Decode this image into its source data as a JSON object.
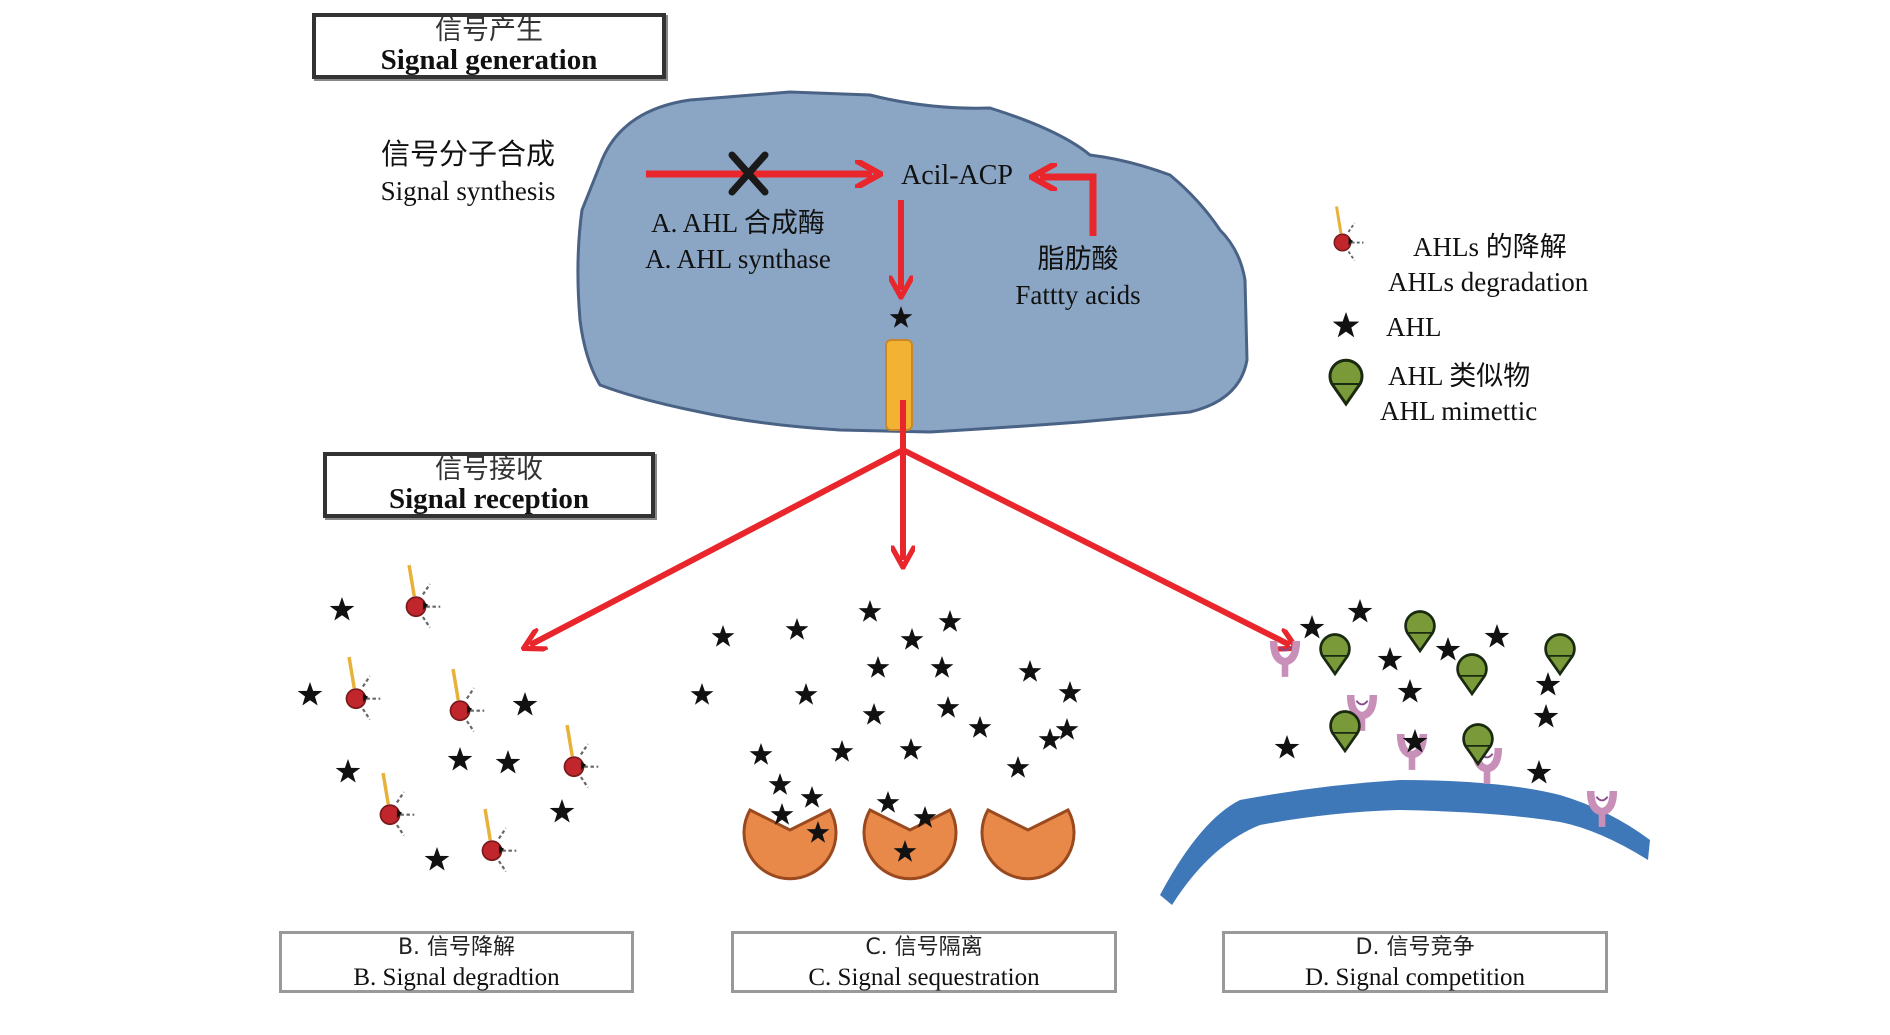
{
  "headers": {
    "generation": {
      "zh": "信号产生",
      "en": "Signal generation"
    },
    "reception": {
      "zh": "信号接收",
      "en": "Signal reception"
    }
  },
  "synthesis": {
    "zh": "信号分子合成",
    "en": "Signal synthesis"
  },
  "cell": {
    "enzyme_zh": "A. AHL 合成酶",
    "enzyme_en": "A. AHL synthase",
    "acp": "Acil-ACP",
    "fatty_zh": "脂肪酸",
    "fatty_en": "Fattty acids",
    "blocked_icon": "x-mark-icon"
  },
  "legend": [
    {
      "icon": "degradation-enzyme-icon",
      "zh": "AHLs 的降解",
      "en": "AHLs degradation"
    },
    {
      "icon": "star-icon",
      "zh": "",
      "en": "AHL"
    },
    {
      "icon": "mimetic-icon",
      "zh": "AHL 类似物",
      "en": "AHL mimettic"
    }
  ],
  "panels": [
    {
      "id": "B",
      "zh": "B. 信号降解",
      "en": "B. Signal degradtion"
    },
    {
      "id": "C",
      "zh": "C. 信号隔离",
      "en": "C. Signal sequestration"
    },
    {
      "id": "D",
      "zh": "D. 信号竞争",
      "en": "D. Signal competition"
    }
  ],
  "colors": {
    "cell_fill": "#8aa6c4",
    "cell_stroke": "#4a6285",
    "arrow": "#e8262b",
    "pore": "#f2b233",
    "enzyme_red": "#c0262c",
    "pacman": "#e8894a",
    "pacman_stroke": "#9a4a1e",
    "mimetic": "#7a9a3a",
    "membrane": "#3f78b8",
    "receptor": "#c890b8"
  }
}
